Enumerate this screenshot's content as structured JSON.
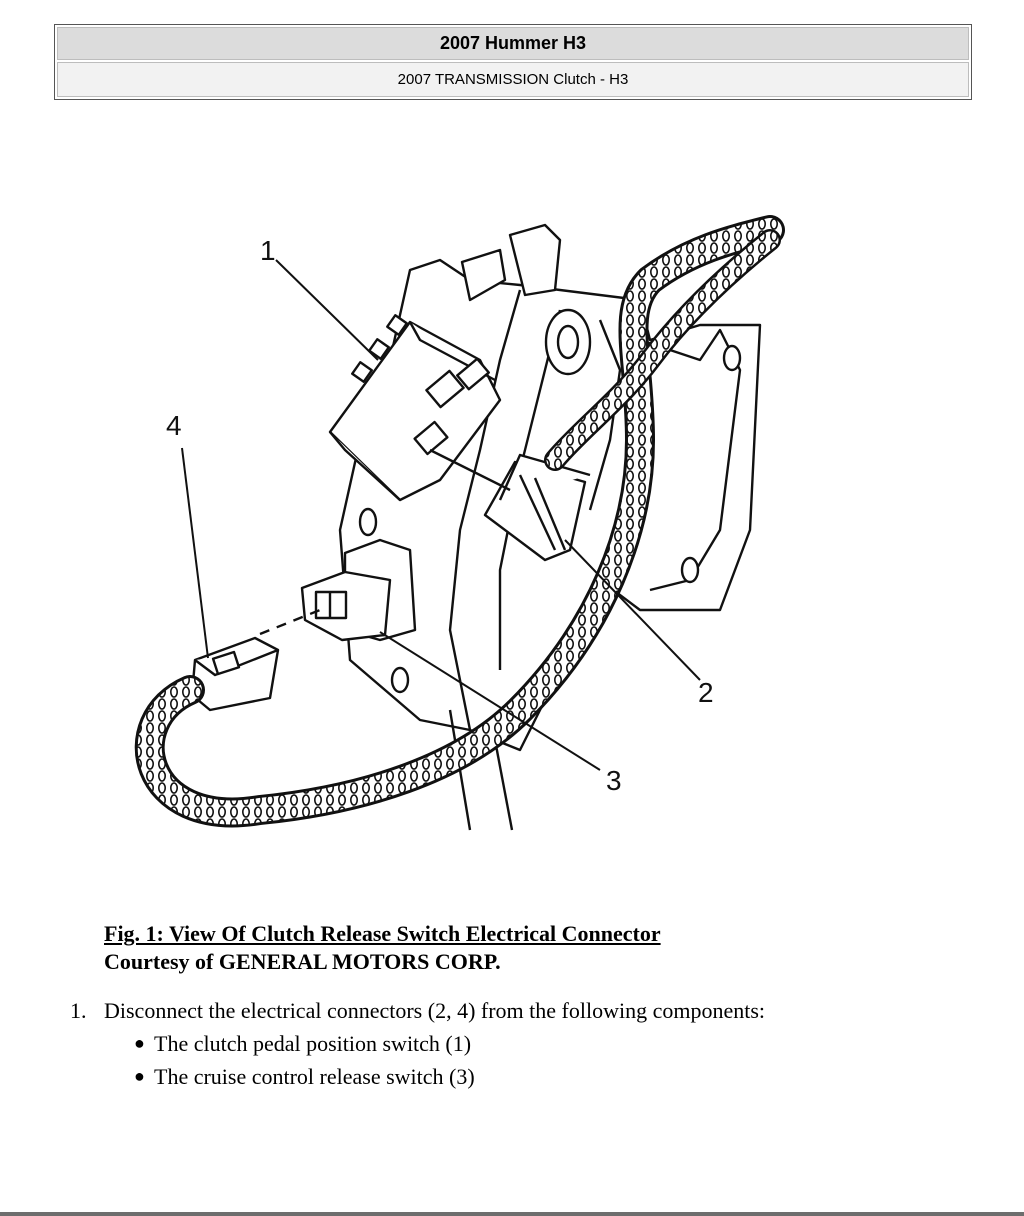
{
  "header": {
    "title": "2007 Hummer H3",
    "subtitle": "2007 TRANSMISSION Clutch - H3"
  },
  "figure": {
    "callouts": [
      "1",
      "2",
      "3",
      "4"
    ]
  },
  "caption": {
    "title": "Fig. 1: View Of Clutch Release Switch Electrical Connector",
    "credit": "Courtesy of GENERAL MOTORS CORP."
  },
  "steps": [
    {
      "number": "1.",
      "text": "Disconnect the electrical connectors (2, 4) from the following components:",
      "bullets": [
        "The clutch pedal position switch (1)",
        "The cruise control release switch (3)"
      ]
    }
  ]
}
